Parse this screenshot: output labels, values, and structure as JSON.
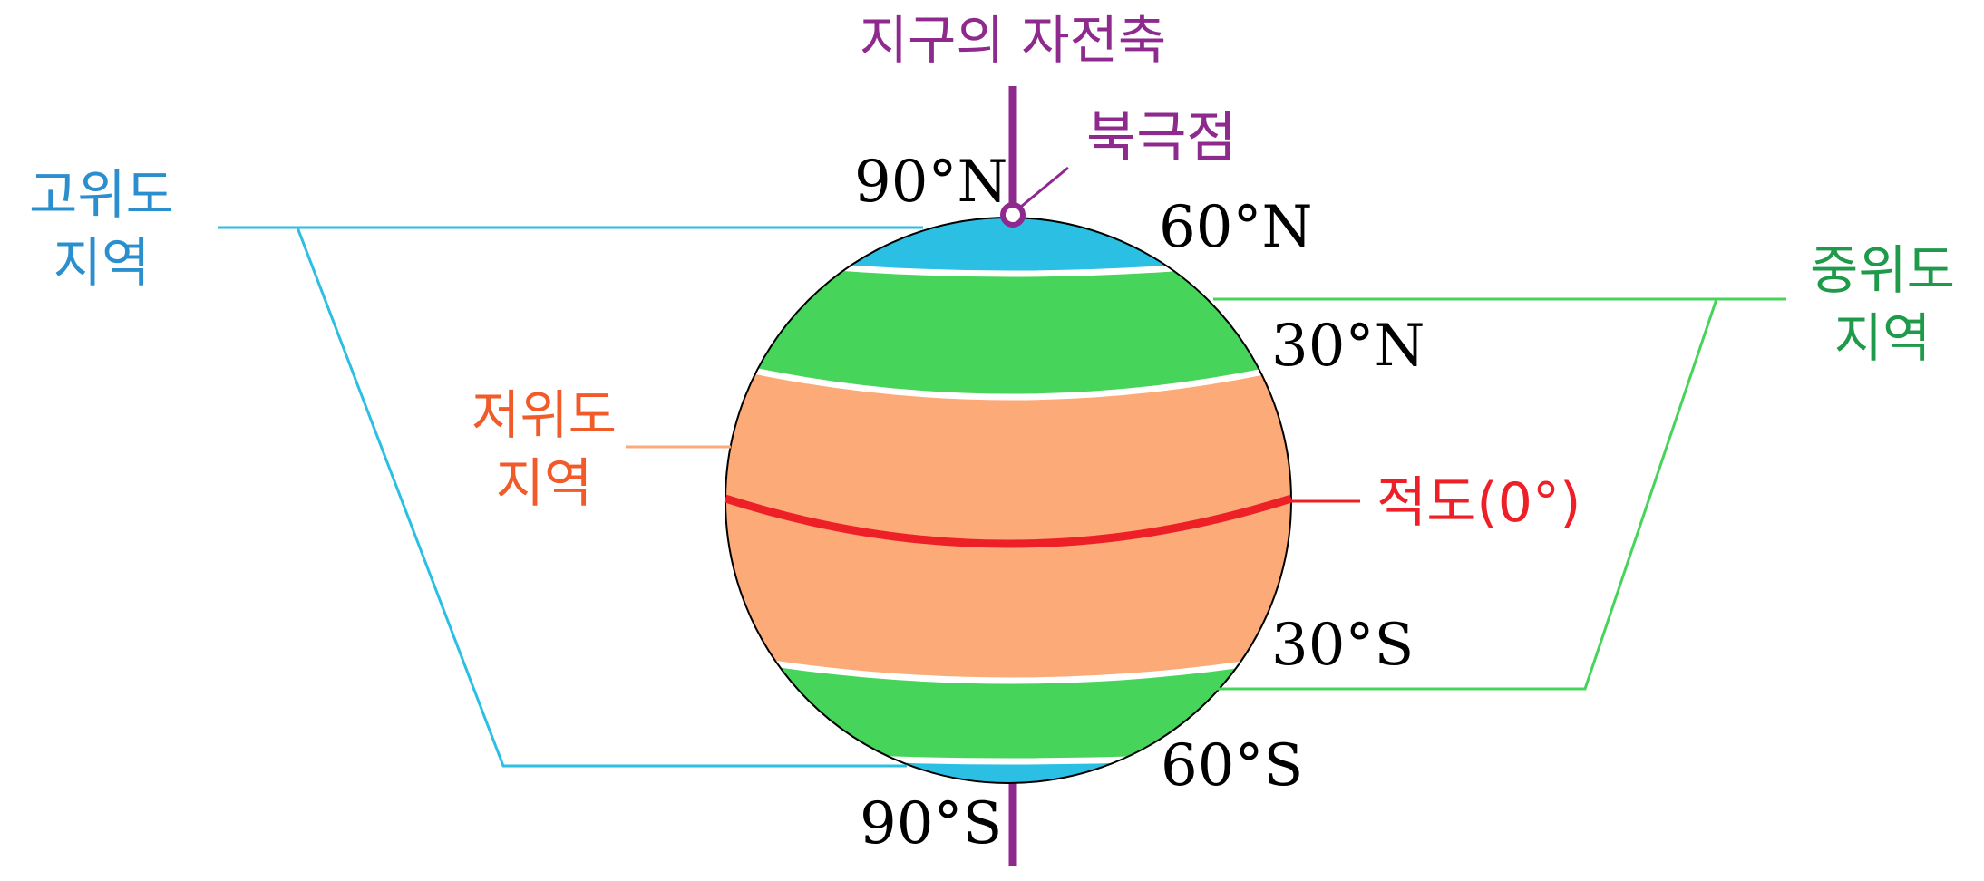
{
  "axis": {
    "label": "지구의 자전축",
    "color": "#8e2a8e"
  },
  "north_pole": {
    "label": "북극점",
    "color": "#8e2a8e"
  },
  "latitudes": {
    "n90": "90°N",
    "n60": "60°N",
    "n30": "30°N",
    "s30": "30°S",
    "s60": "60°S",
    "s90": "90°S"
  },
  "equator": {
    "label": "적도(0°)",
    "color": "#ee2027"
  },
  "zones": {
    "high": {
      "line1": "고위도",
      "line2": "지역",
      "label_color": "#2b8fce",
      "fill": "#2bbfe3",
      "line_color": "#2bbfe3"
    },
    "mid": {
      "line1": "중위도",
      "line2": "지역",
      "label_color": "#1f9a4a",
      "fill": "#47d45a",
      "line_color": "#47d45a"
    },
    "low": {
      "line1": "저위도",
      "line2": "지역",
      "label_color": "#f15a29",
      "fill": "#fcaa78",
      "line_color": "#fcaa78"
    }
  }
}
